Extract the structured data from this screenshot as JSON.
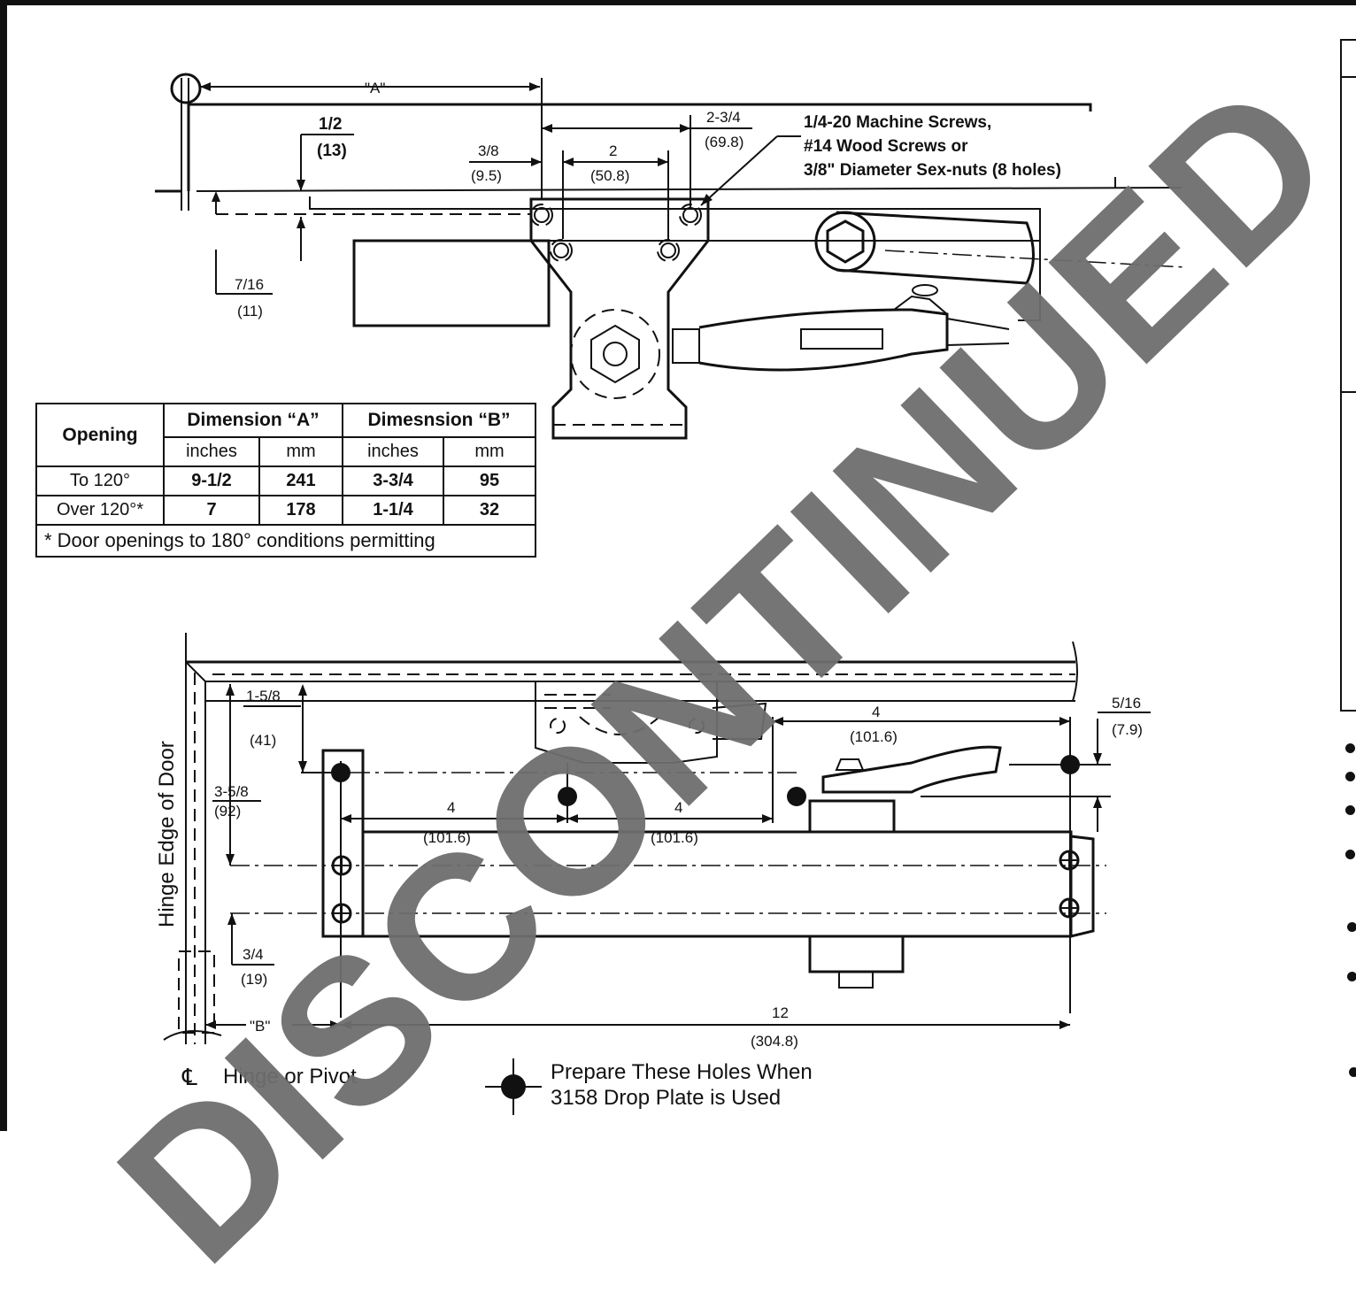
{
  "top_view": {
    "dim_a_label": "\"A\"",
    "dim_half": "1/2",
    "dim_half_mm": "(13)",
    "dim_3_8": "3/8",
    "dim_3_8_mm": "(9.5)",
    "dim_2": "2",
    "dim_2_mm": "(50.8)",
    "dim_2_3_4": "2-3/4",
    "dim_2_3_4_mm": "(69.8)",
    "dim_7_16": "7/16",
    "dim_7_16_mm": "(11)",
    "screw_note": [
      "1/4-20 Machine Screws,",
      "#14 Wood Screws or",
      "3/8\" Diameter Sex-nuts (8 holes)"
    ]
  },
  "table": {
    "opening_header": "Opening",
    "dim_a_header": "Dimension “A”",
    "dim_b_header": "Dimesnsion “B”",
    "unit_inches": "inches",
    "unit_mm": "mm",
    "rows": [
      {
        "opening": "To 120°",
        "a_in": "9-1/2",
        "a_mm": "241",
        "b_in": "3-3/4",
        "b_mm": "95"
      },
      {
        "opening": "Over 120°*",
        "a_in": "7",
        "a_mm": "178",
        "b_in": "1-1/4",
        "b_mm": "32"
      }
    ],
    "footnote": "* Door openings to 180° conditions permitting"
  },
  "bottom_view": {
    "hinge_edge_label": "Hinge Edge of Door",
    "dim_1_5_8": "1-5/8",
    "dim_1_5_8_mm": "(41)",
    "dim_3_5_8": "3-5/8",
    "dim_3_5_8_mm": "(92)",
    "dim_3_4": "3/4",
    "dim_3_4_mm": "(19)",
    "dim_4_left": "4",
    "dim_4_left_mm": "(101.6)",
    "dim_4_mid": "4",
    "dim_4_mid_mm": "(101.6)",
    "dim_4_top": "4",
    "dim_4_top_mm": "(101.6)",
    "dim_5_16": "5/16",
    "dim_5_16_mm": "(7.9)",
    "dim_12": "12",
    "dim_12_mm": "(304.8)",
    "dim_b_label": "\"B\"",
    "hinge_caption": "Hinge or Pivot",
    "hinge_symbol": "℄",
    "holes_caption_1": "Prepare These Holes When",
    "holes_caption_2": "3158 Drop Plate is Used"
  },
  "watermark": "DISCONTINUED",
  "colors": {
    "ink": "#111111",
    "watermark": "#6e6e6e",
    "paper": "#ffffff"
  }
}
